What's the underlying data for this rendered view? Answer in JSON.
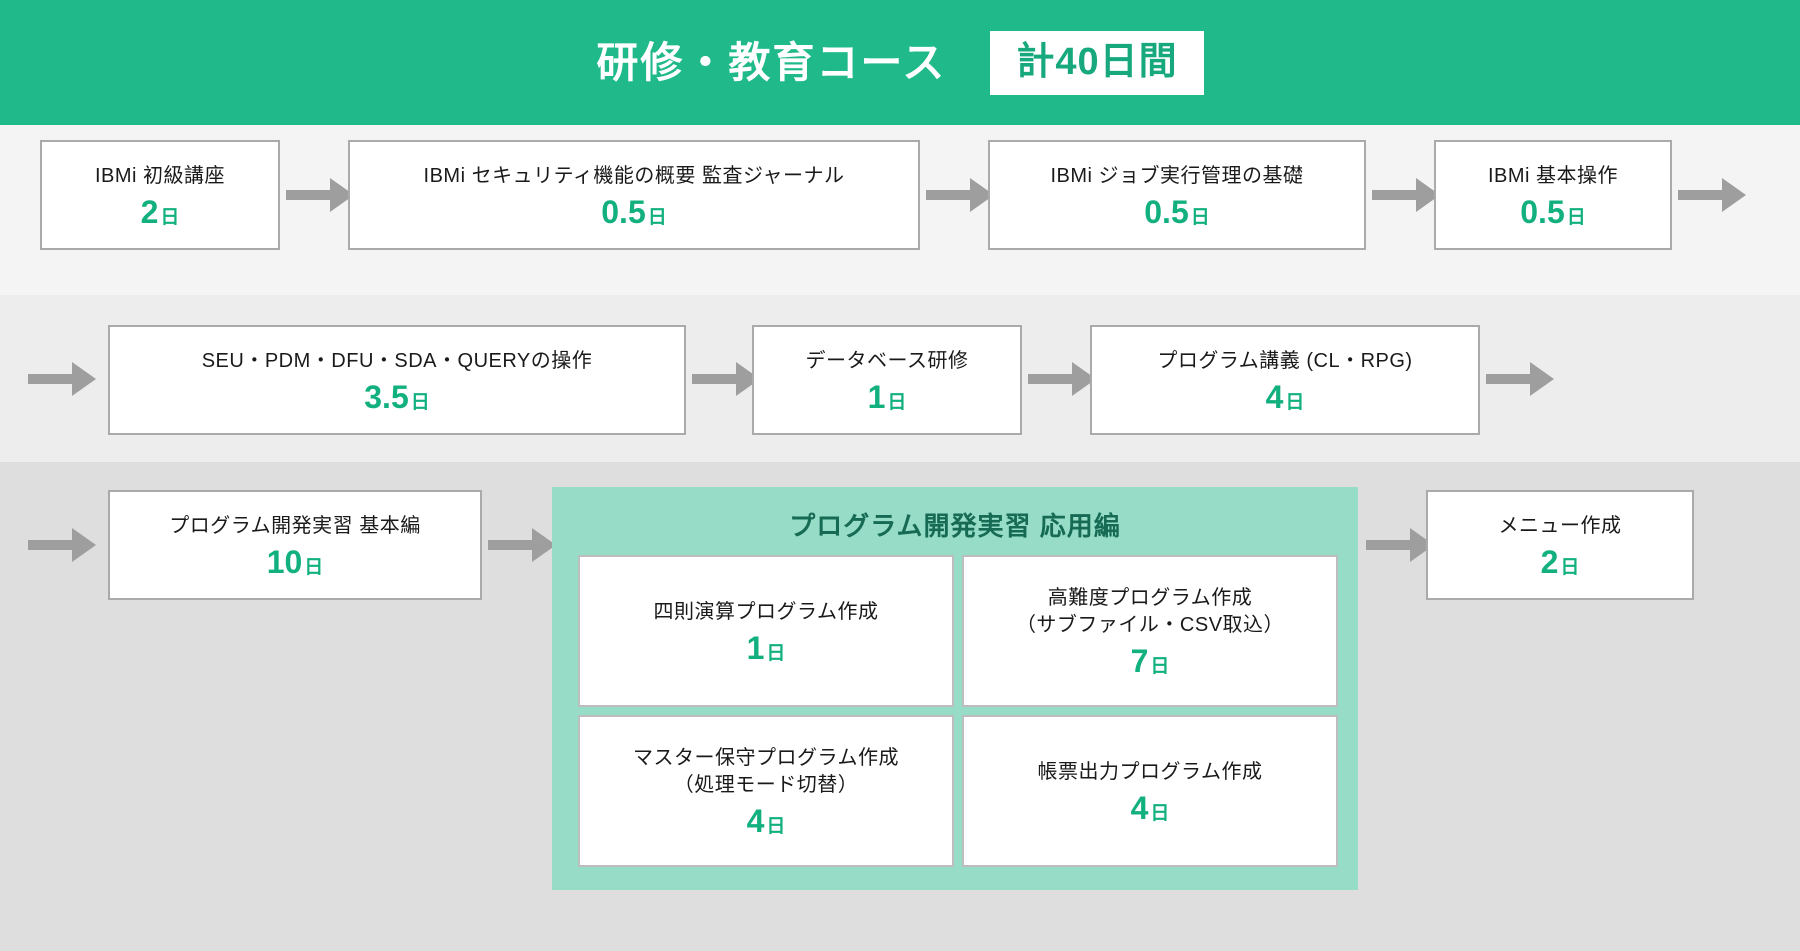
{
  "header": {
    "title": "研修・教育コース",
    "badge": "計40日間"
  },
  "colors": {
    "header_green": "#1fb98a",
    "days_green": "#12b07f",
    "panel_green": "#96dcc6",
    "panel_title_green": "#176b55",
    "arrow_gray": "#9e9e9e",
    "box_border": "#aaaaaa",
    "band_1": "#f4f4f4",
    "band_2": "#ededed",
    "band_3": "#dedede"
  },
  "rows": [
    {
      "id": "row-1",
      "boxes": [
        {
          "title": "IBMi 初級講座",
          "days": "2",
          "unit": "日"
        },
        {
          "title": "IBMi セキュリティ機能の概要 監査ジャーナル",
          "days": "0.5",
          "unit": "日"
        },
        {
          "title": "IBMi ジョブ実行管理の基礎",
          "days": "0.5",
          "unit": "日"
        },
        {
          "title": "IBMi 基本操作",
          "days": "0.5",
          "unit": "日"
        }
      ]
    },
    {
      "id": "row-2",
      "boxes": [
        {
          "title": "SEU・PDM・DFU・SDA・QUERYの操作",
          "days": "3.5",
          "unit": "日"
        },
        {
          "title": "データベース研修",
          "days": "1",
          "unit": "日"
        },
        {
          "title": "プログラム講義 (CL・RPG)",
          "days": "4",
          "unit": "日"
        }
      ]
    },
    {
      "id": "row-3",
      "boxes": [
        {
          "title": "プログラム開発実習 基本編",
          "days": "10",
          "unit": "日"
        },
        {
          "title": "メニュー作成",
          "days": "2",
          "unit": "日"
        }
      ]
    }
  ],
  "group": {
    "title": "プログラム開発実習 応用編",
    "boxes": [
      {
        "title": "四則演算プログラム作成",
        "days": "1",
        "unit": "日"
      },
      {
        "title": "高難度プログラム作成\n（サブファイル・CSV取込）",
        "days": "7",
        "unit": "日"
      },
      {
        "title": "マスター保守プログラム作成\n（処理モード切替）",
        "days": "4",
        "unit": "日"
      },
      {
        "title": "帳票出力プログラム作成",
        "days": "4",
        "unit": "日"
      }
    ]
  },
  "arrows": {
    "icon": "arrow-right-icon",
    "count": 11
  }
}
